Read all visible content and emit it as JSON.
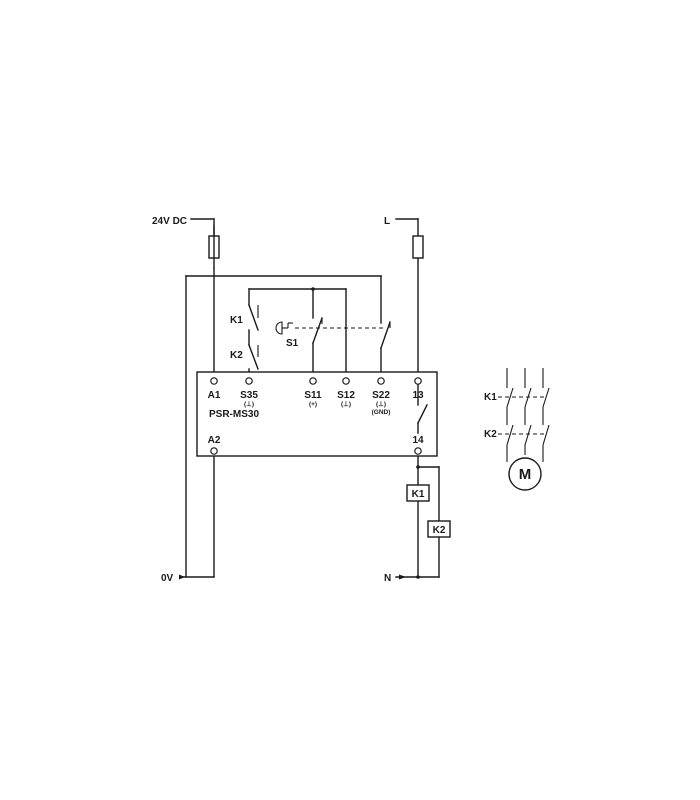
{
  "supply": {
    "dc_label": "24V DC",
    "zero_label": "0V",
    "l_label": "L",
    "n_label": "N"
  },
  "device": {
    "name": "PSR-MS30",
    "terminals": {
      "a1": "A1",
      "a2": "A2",
      "s35": "S35",
      "s35_sub": "(⊥)",
      "s11": "S11",
      "s11_sub": "(+)",
      "s12": "S12",
      "s12_sub": "(⊥)",
      "s22": "S22",
      "s22_sub": "(⊥)",
      "s22_sub2": "(GND)",
      "t13": "13",
      "t14": "14"
    }
  },
  "contacts": {
    "k1": "K1",
    "k2": "K2",
    "s1": "S1"
  },
  "coils": {
    "k1": "K1",
    "k2": "K2"
  },
  "motor": {
    "k1": "K1",
    "k2": "K2",
    "symbol": "M"
  }
}
